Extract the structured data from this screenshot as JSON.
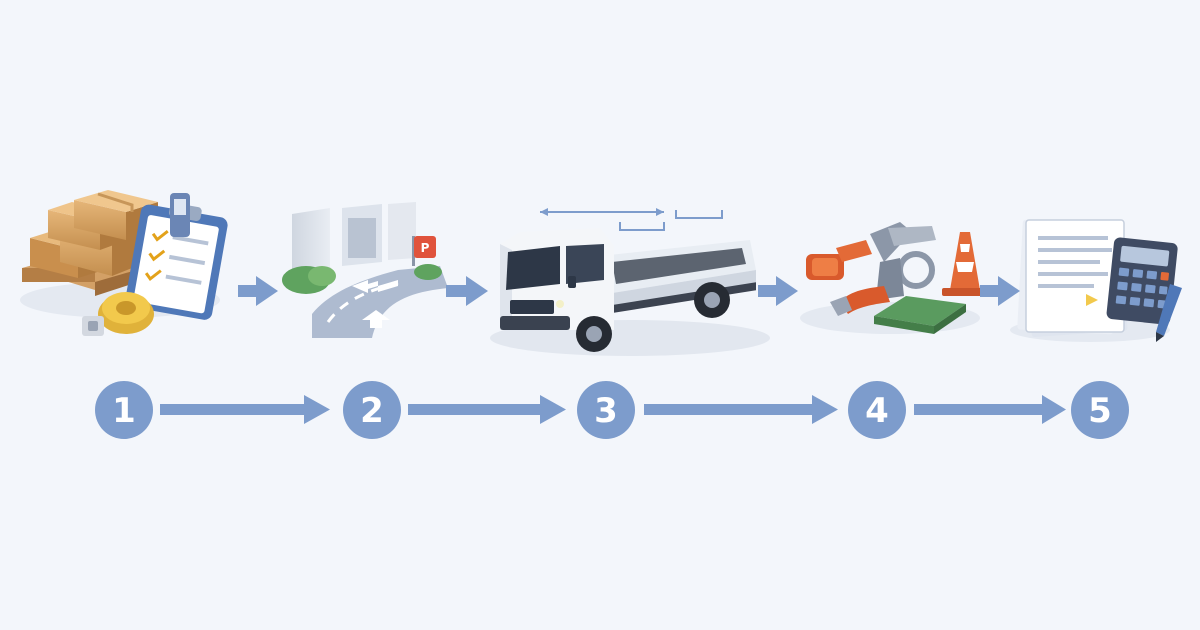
{
  "colors": {
    "background": "#f3f6fb",
    "accent": "#7d9ccc",
    "box": "#d9a765",
    "truck_white": "#f4f6f9",
    "orange": "#e36a37",
    "green": "#5a9b5f"
  },
  "icons": [
    "packages-checklist-icon",
    "loading-area-icon",
    "flatbed-truck-icon",
    "tie-down-equipment-icon",
    "documents-calculator-icon"
  ],
  "parking_sign": "P",
  "steps": [
    {
      "number": "1"
    },
    {
      "number": "2"
    },
    {
      "number": "3"
    },
    {
      "number": "4"
    },
    {
      "number": "5"
    }
  ]
}
